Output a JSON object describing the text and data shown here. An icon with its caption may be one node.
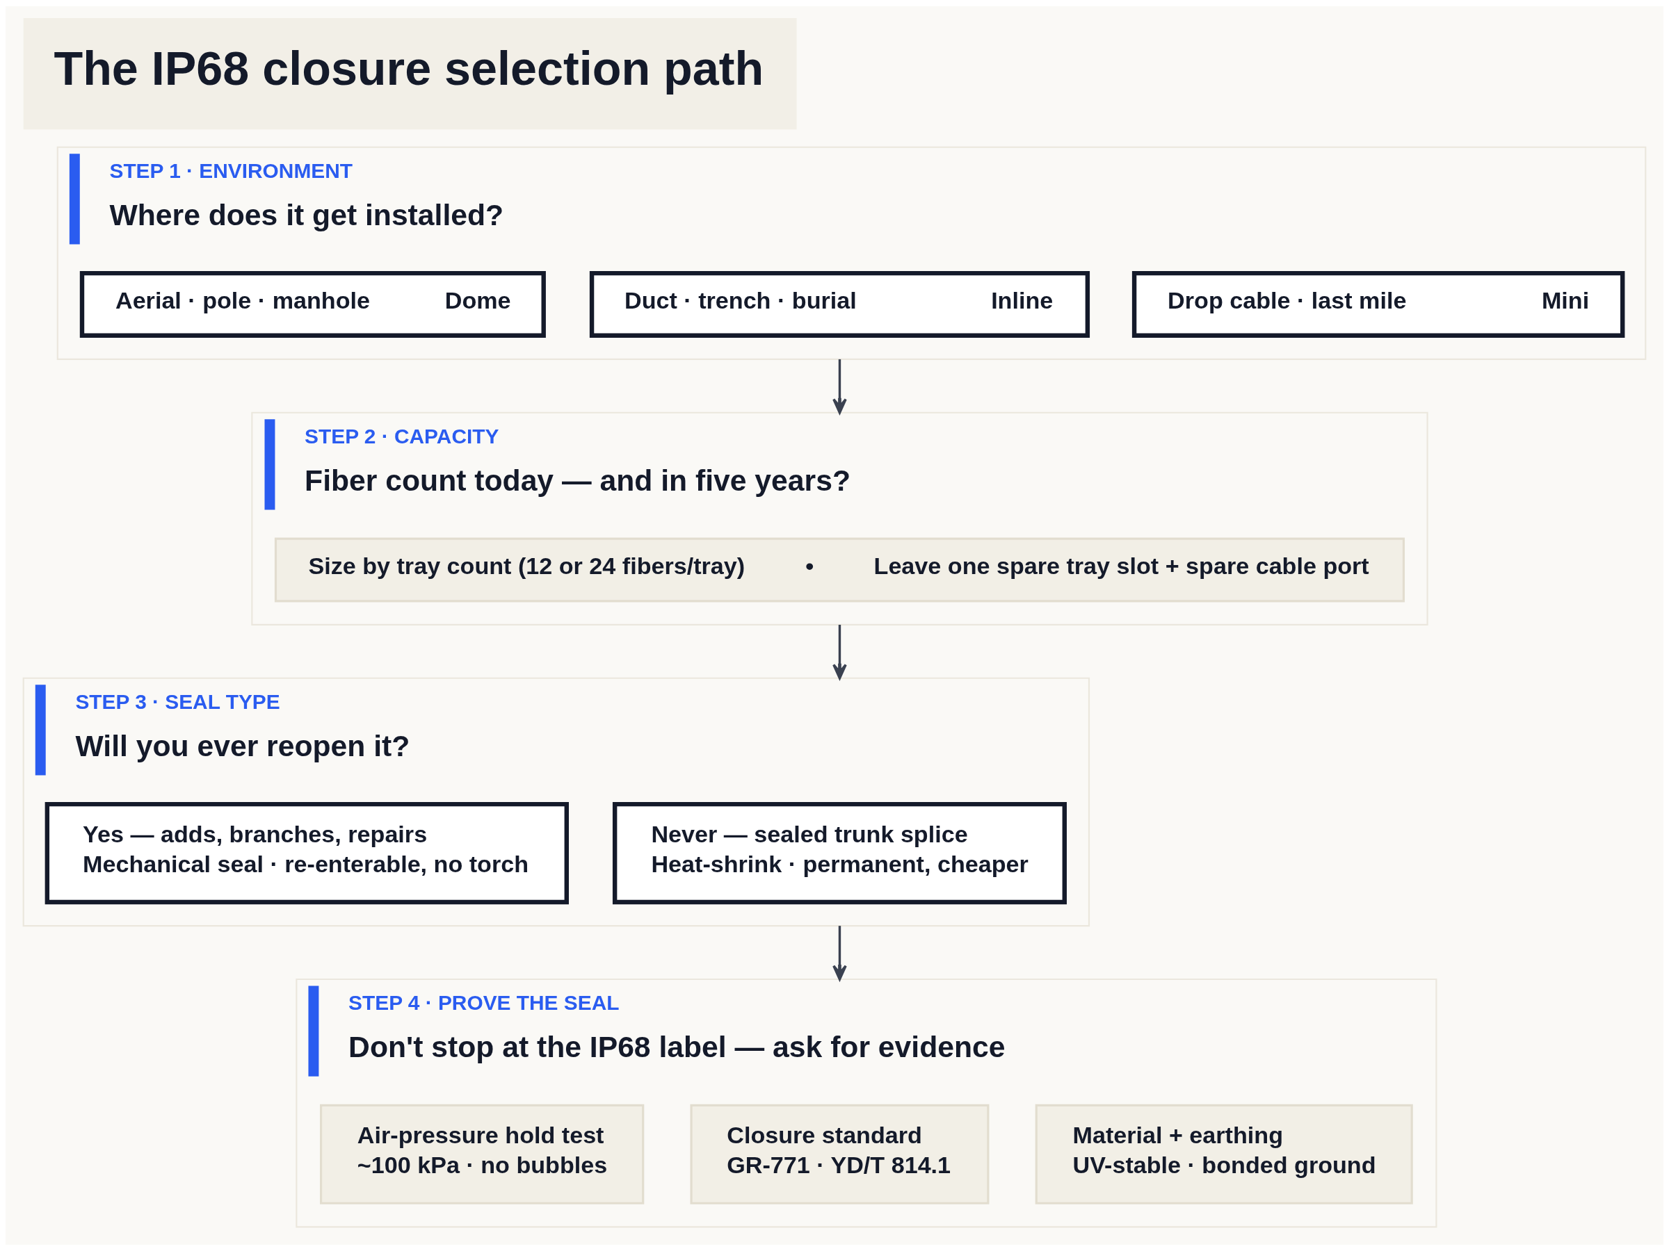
{
  "diagram": {
    "title": "The IP68 closure selection path",
    "nodes": [
      {
        "text": [
          "STEP 1 · ENVIRONMENT",
          "Where does it get installed?"
        ]
      },
      {
        "text": [
          "Aerial · pole · manhole",
          "Dome"
        ],
        "in": 0
      },
      {
        "text": [
          "Duct · trench · burial",
          "Inline"
        ],
        "in": 0
      },
      {
        "text": [
          "Drop cable · last mile",
          "Mini"
        ],
        "in": 0
      },
      {
        "text": [
          "STEP 2 · CAPACITY",
          "Fiber count today — and in five years?"
        ]
      },
      {
        "text": [
          "Size by tray count (12 or 24 fibers/tray)",
          "•",
          "Leave one spare tray slot + spare cable port"
        ],
        "in": 4
      },
      {
        "text": [
          "STEP 3 · SEAL TYPE",
          "Will you ever reopen it?"
        ]
      },
      {
        "text": [
          "Yes — adds, branches, repairs",
          "Mechanical seal · re-enterable, no torch"
        ],
        "in": 6
      },
      {
        "text": [
          "Never — sealed trunk splice",
          "Heat-shrink · permanent, cheaper"
        ],
        "in": 6
      },
      {
        "text": [
          "STEP 4 · PROVE THE SEAL",
          "Don't stop at the IP68 label — ask for evidence"
        ]
      },
      {
        "text": [
          "Air-pressure hold test",
          "~100 kPa · no bubbles"
        ],
        "in": 9
      },
      {
        "text": [
          "Closure standard",
          "GR-771 · YD/T 814.1"
        ],
        "in": 9
      },
      {
        "text": [
          "Material + earthing",
          "UV-stable · bonded ground"
        ],
        "in": 9
      }
    ],
    "edges": [
      {
        "from": 0,
        "to": 4,
        "arrow": "to"
      },
      {
        "from": 4,
        "to": 6,
        "arrow": "to"
      },
      {
        "from": 6,
        "to": 9,
        "arrow": "to"
      }
    ]
  }
}
